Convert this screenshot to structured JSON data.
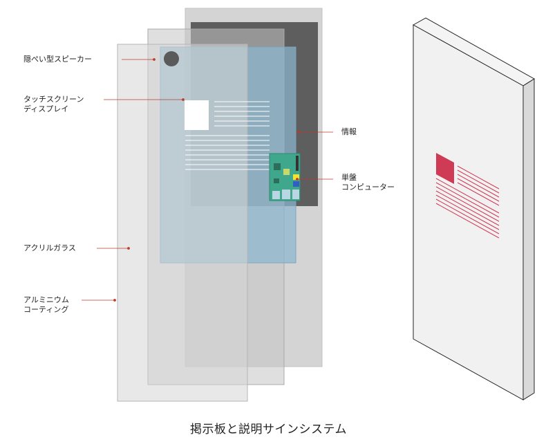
{
  "labels": {
    "speaker": "隠ぺい型スピーカー",
    "touchscreen_line1": "タッチスクリーン",
    "touchscreen_line2": "ディスプレイ",
    "info": "情報",
    "sbc_line1": "単盤",
    "sbc_line2": "コンピューター",
    "acrylic": "アクリルガラス",
    "aluminium_line1": "アルミニウム",
    "aluminium_line2": "コーティング"
  },
  "caption": "掲示板と説明サインシステム",
  "colors": {
    "leader_line": "#c0392b",
    "accent_red": "#cf3a54",
    "aluminium": "#dcdcdc",
    "acrylic_glass": "#c8c8c8",
    "back_panel": "#cfcfcf",
    "dark_panel": "#5d5d5d",
    "touch_display": "#8fb8cf",
    "pcb_green": "#3aa58a"
  }
}
